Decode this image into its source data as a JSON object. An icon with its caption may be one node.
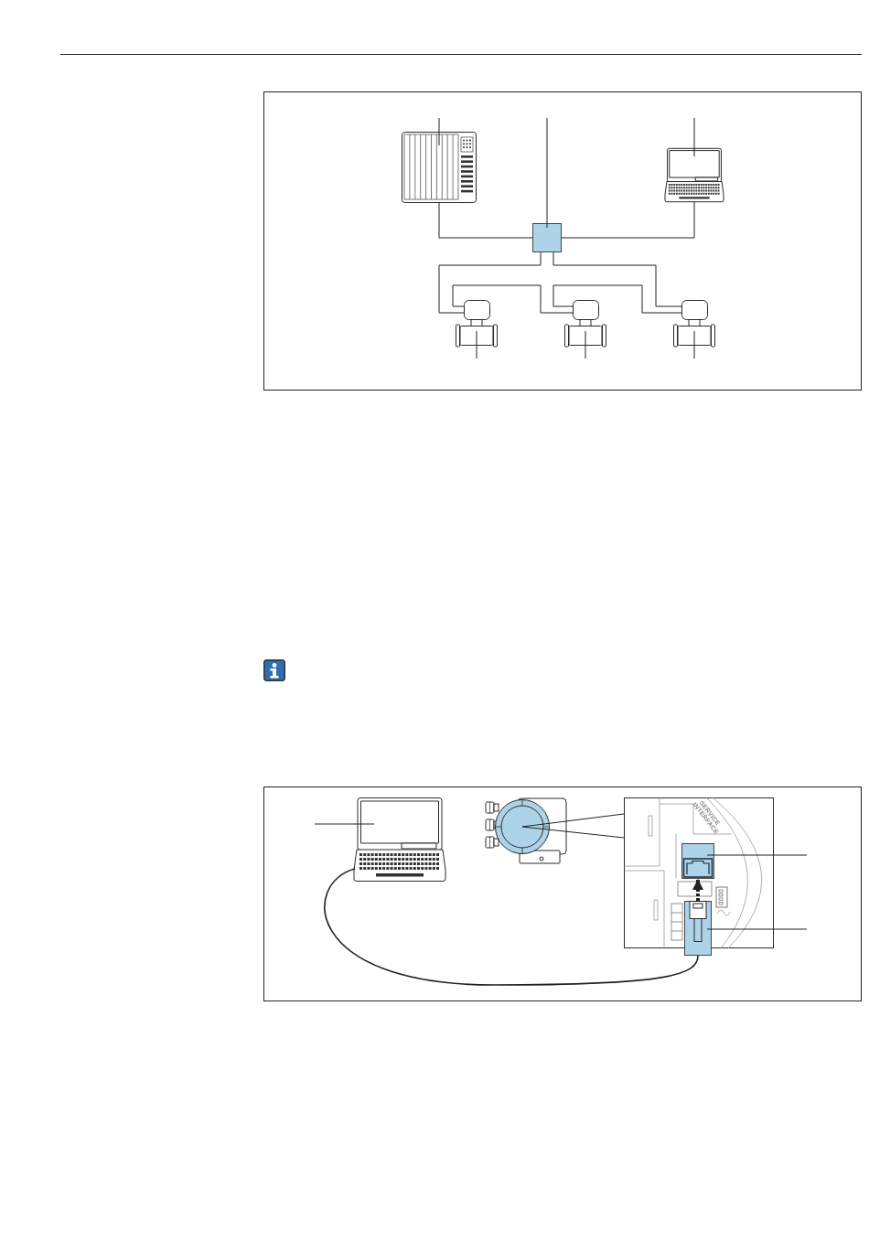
{
  "diagram": {
    "nodes": [
      {
        "text": [],
        "shape": "picture"
      },
      {
        "text": [],
        "shape": "box"
      },
      {
        "text": [],
        "shape": "picture"
      },
      {
        "text": [],
        "shape": "picture"
      },
      {
        "text": [],
        "shape": "picture"
      },
      {
        "text": [],
        "shape": "picture"
      },
      {
        "text": [],
        "shape": "picture"
      },
      {
        "text": [],
        "shape": "picture"
      },
      {
        "text": [],
        "shape": "picture"
      },
      {
        "text": [],
        "shape": "box",
        "in": 8
      },
      {
        "text": [],
        "shape": "box"
      }
    ],
    "edges": [
      {
        "from": 0,
        "to": 1,
        "arrow": "none"
      },
      {
        "from": 1,
        "to": 2,
        "arrow": "none"
      },
      {
        "from": 1,
        "to": 3,
        "arrow": "none"
      },
      {
        "from": 3,
        "to": 4,
        "arrow": "none"
      },
      {
        "from": 4,
        "to": 5,
        "arrow": "none"
      },
      {
        "from": 1,
        "to": 5,
        "arrow": "none"
      },
      {
        "from": null,
        "to": 0,
        "arrow": "none"
      },
      {
        "from": null,
        "to": 1,
        "arrow": "none"
      },
      {
        "from": null,
        "to": 2,
        "arrow": "none"
      },
      {
        "from": null,
        "to": 3,
        "arrow": "none"
      },
      {
        "from": null,
        "to": 4,
        "arrow": "none"
      },
      {
        "from": null,
        "to": 5,
        "arrow": "none"
      },
      {
        "from": 6,
        "to": 10,
        "arrow": "none"
      },
      {
        "from": 7,
        "to": 8,
        "arrow": "none"
      },
      {
        "from": 10,
        "to": 9,
        "arrow": "to",
        "style": "dashed"
      },
      {
        "from": null,
        "to": 6,
        "arrow": "none"
      },
      {
        "from": null,
        "to": 9,
        "arrow": "none"
      },
      {
        "from": null,
        "to": 10,
        "arrow": "none"
      }
    ],
    "labels": [
      "SERVICE INTERFACE"
    ]
  }
}
